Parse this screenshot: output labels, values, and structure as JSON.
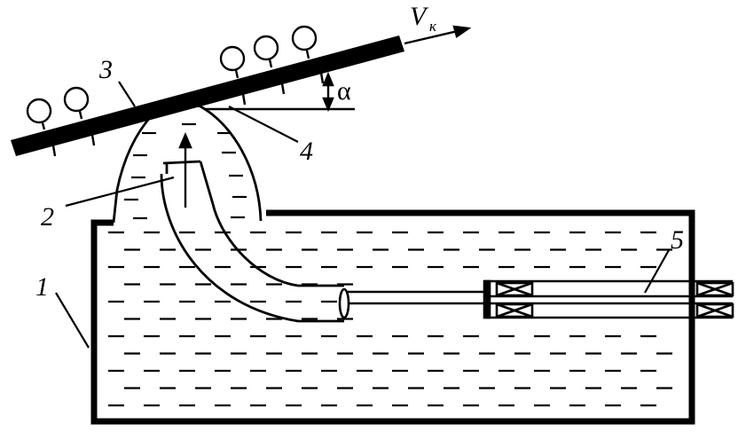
{
  "labels": {
    "tank": "1",
    "nozzle": "2",
    "board": "3",
    "wave": "4",
    "shaft": "5",
    "velocity_symbol": "V",
    "velocity_subscript": "к",
    "angle": "α"
  },
  "colors": {
    "ink": "#000000",
    "paper": "#ffffff"
  }
}
